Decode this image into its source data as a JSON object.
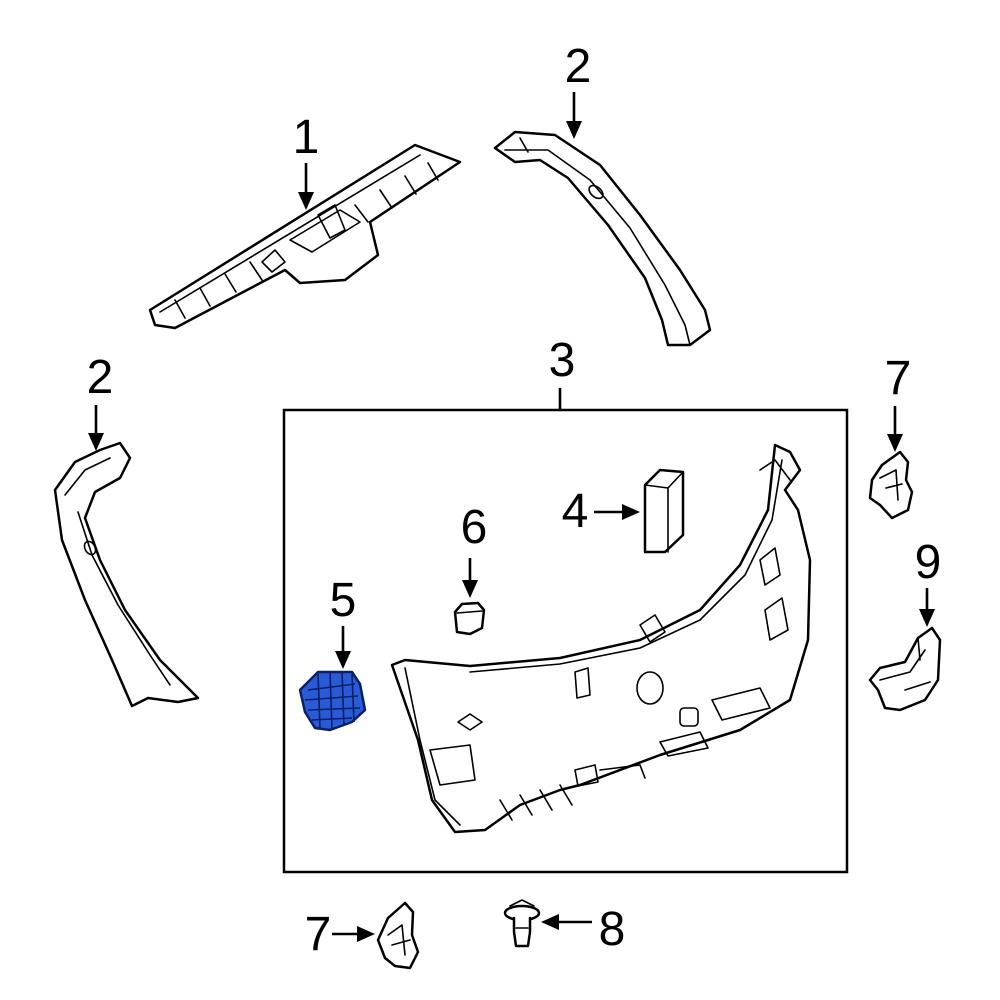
{
  "diagram": {
    "callouts": {
      "c1": "1",
      "c2a": "2",
      "c2b": "2",
      "c3": "3",
      "c4": "4",
      "c5": "5",
      "c6": "6",
      "c7a": "7",
      "c7b": "7",
      "c8": "8",
      "c9": "9"
    },
    "highlight_color": "#2a5bd7",
    "line_color": "#000000",
    "background_color": "#ffffff"
  }
}
